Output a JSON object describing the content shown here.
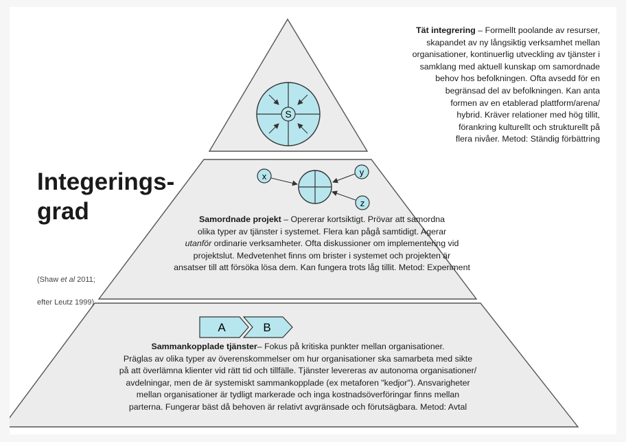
{
  "side": {
    "title_line1": "Integerings-",
    "title_line2": "grad",
    "citation_line1_pre": "(Shaw ",
    "citation_line1_em": "et al",
    "citation_line1_post": " 2011;",
    "citation_line2": "efter Leutz 1999)"
  },
  "tiers": {
    "top": {
      "heading": "Tät integrering",
      "symbol": "S",
      "lines": [
        " – Formellt poolande av resurser,",
        "skapandet av ny långsiktig verksamhet mellan",
        "organisationer, kontinuerlig utveckling av tjänster i",
        "samklang med  aktuell kunskap om samordnade",
        "behov hos befolkningen. Ofta avsedd för en",
        "begränsad del av befolkningen. Kan anta",
        "formen av en etablerad plattform/arena/",
        "hybrid. Kräver relationer med hög tillit,",
        "förankring kulturellt och strukturellt på",
        "flera nivåer. Metod: Ständig förbättring"
      ]
    },
    "middle": {
      "heading": "Samordnade projekt",
      "symbols": [
        "x",
        "y",
        "z"
      ],
      "line1": " – Opererar kortsiktigt. Prövar att samordna",
      "line2": "olika typer av tjänster i systemet. Flera kan pågå samtidigt. Agerar",
      "line3_em": "utanför",
      "line3_rest": " ordinarie verksamheter. Ofta diskussioner om implementering vid",
      "line4": "projektslut. Medvetenhet finns om brister i systemet och projekten är",
      "line5": "ansatser till att försöka lösa dem. Kan fungera trots låg tillit. Metod: Experiment"
    },
    "bottom": {
      "heading": "Sammankopplade tjänster",
      "boxes": [
        "A",
        "B"
      ],
      "lines": [
        "– Fokus på kritiska punkter mellan organisationer.",
        "Präglas av olika typer av överenskommelser om hur organisationer ska samarbeta med sikte",
        "på att överlämna klienter vid rätt tid och tillfälle. Tjänster levereras av autonoma organisationer/",
        "avdelningar, men de är systemiskt sammankopplade (ex metaforen \"kedjor\"). Ansvarigheter",
        "mellan organisationer är tydligt markerade och inga kostnadsöverföringar finns mellan",
        "parterna. Fungerar bäst då behoven är relativt avgränsade och förutsägbara. Metod: Avtal"
      ]
    }
  },
  "colors": {
    "tier_fill": "#ececec",
    "tier_stroke": "#555555",
    "symbol_fill": "#b8e6ee",
    "symbol_stroke": "#333333"
  }
}
